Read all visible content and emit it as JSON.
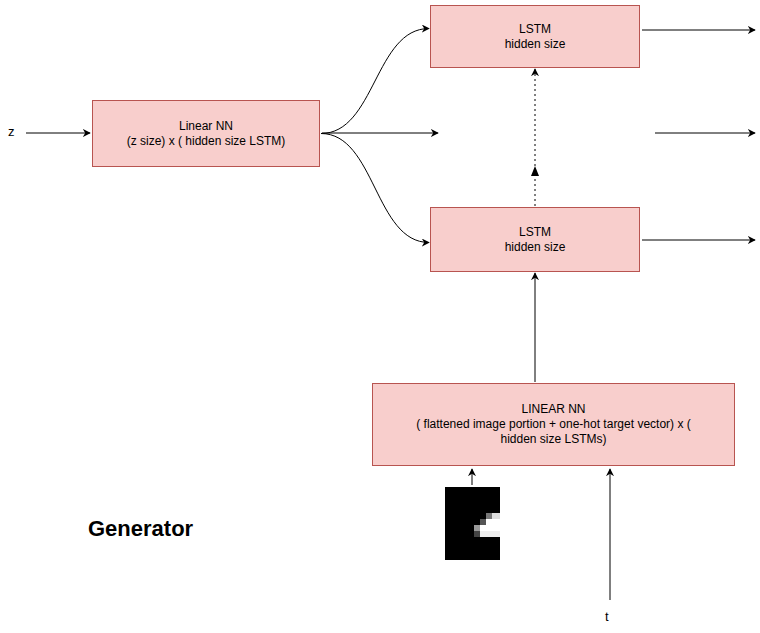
{
  "diagram": {
    "nodes": [
      {
        "text": [
          "Linear NN",
          "(z size) x ( hidden size LSTM)"
        ]
      },
      {
        "text": [
          "LSTM",
          "hidden size"
        ]
      },
      {
        "text": [
          "LSTM",
          "hidden size"
        ]
      },
      {
        "text": [
          "LINEAR NN",
          "( flattened image portion + one-hot target vector) x ( hidden size LSTMs)"
        ]
      }
    ],
    "edges": [
      {
        "from": 0,
        "to": 1,
        "arrow": "to"
      },
      {
        "from": 0,
        "to": 2,
        "arrow": "to"
      },
      {
        "from": 3,
        "to": 2,
        "arrow": "to"
      },
      {
        "from": 2,
        "to": 1,
        "arrow": "to"
      }
    ],
    "labels": [
      "z",
      "Generator",
      "t"
    ]
  }
}
